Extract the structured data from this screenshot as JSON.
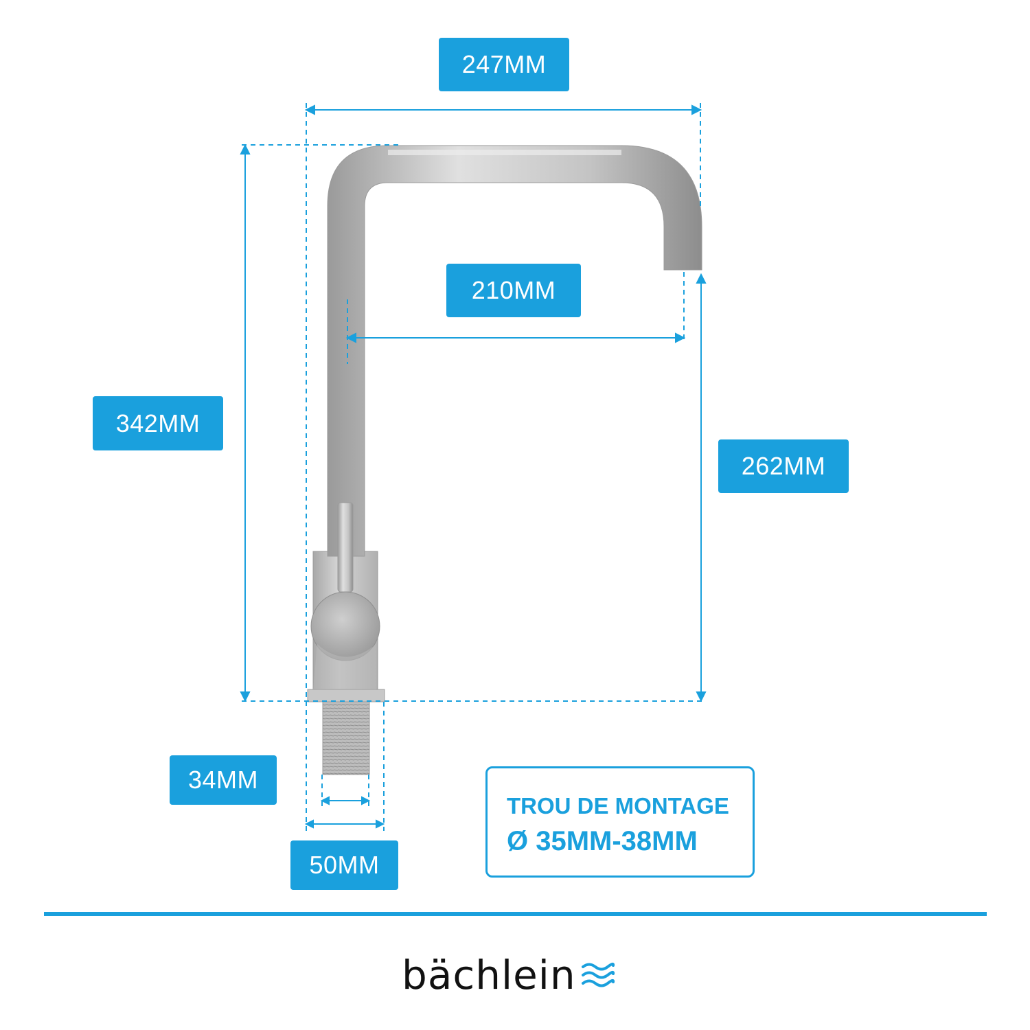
{
  "dimensions": {
    "total_width": "247MM",
    "reach": "210MM",
    "total_height": "342MM",
    "spout_height": "262MM",
    "thread_diameter": "34MM",
    "base_diameter": "50MM"
  },
  "mounting": {
    "title": "TROU DE MONTAGE",
    "value": "Ø 35MM-38MM"
  },
  "brand": {
    "name": "bächlein",
    "logo_icon": "waves-icon"
  },
  "colors": {
    "accent": "#1aa0dd",
    "faucet": "#c9c9c9",
    "text": "#111111"
  }
}
